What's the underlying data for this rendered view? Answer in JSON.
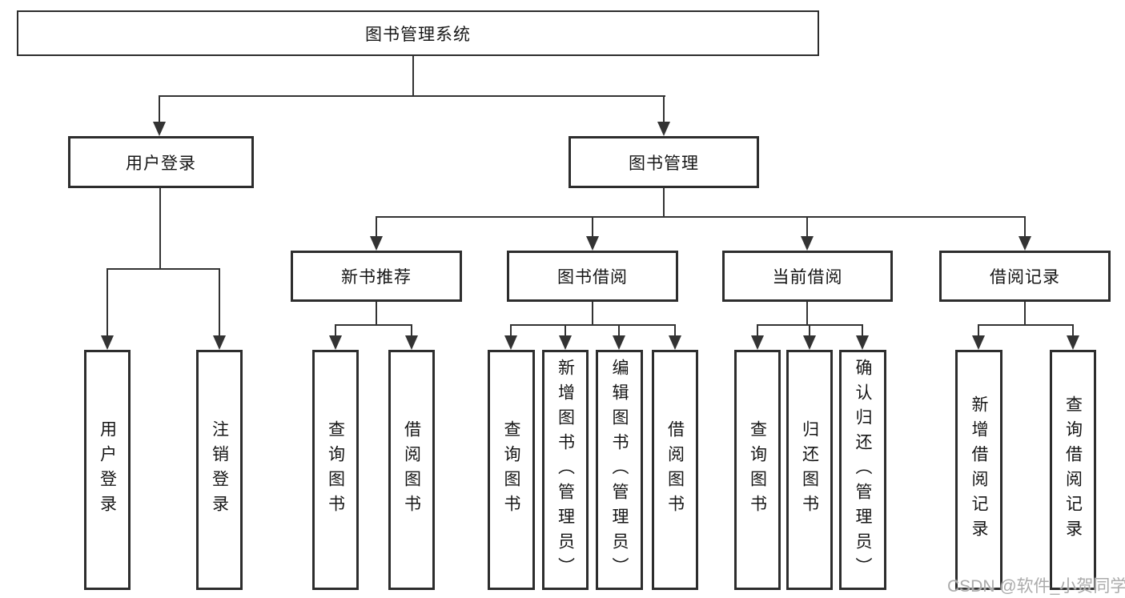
{
  "colors": {
    "background": "#ffffff",
    "line": "#333333",
    "box_border": "#2d2d2d",
    "text": "#161616",
    "watermark": "#ababab"
  },
  "tree": {
    "root": {
      "label": "图书管理系统",
      "children": [
        {
          "label": "用户登录",
          "children": [
            {
              "label": "用户登录"
            },
            {
              "label": "注销登录"
            }
          ]
        },
        {
          "label": "图书管理",
          "children": [
            {
              "label": "新书推荐",
              "children": [
                {
                  "label": "查询图书"
                },
                {
                  "label": "借阅图书"
                }
              ]
            },
            {
              "label": "图书借阅",
              "children": [
                {
                  "label": "查询图书"
                },
                {
                  "label": "新增图书（管理员）"
                },
                {
                  "label": "编辑图书（管理员）"
                },
                {
                  "label": "借阅图书"
                }
              ]
            },
            {
              "label": "当前借阅",
              "children": [
                {
                  "label": "查询图书"
                },
                {
                  "label": "归还图书"
                },
                {
                  "label": "确认归还（管理员）"
                }
              ]
            },
            {
              "label": "借阅记录",
              "children": [
                {
                  "label": "新增借阅记录"
                },
                {
                  "label": "查询借阅记录"
                }
              ]
            }
          ]
        }
      ]
    }
  },
  "watermark": {
    "text": "CSDN @软件_小贺同学"
  }
}
